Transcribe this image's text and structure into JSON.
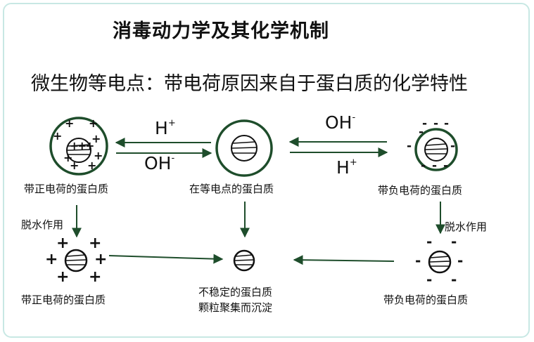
{
  "title": "消毒动力学及其化学机制",
  "subtitle": "微生物等电点：带电荷原因来自于蛋白质的化学特性",
  "ions": {
    "h_left": {
      "base": "H",
      "sup": "+"
    },
    "oh_left": {
      "base": "OH",
      "sup": "-"
    },
    "oh_right": {
      "base": "OH",
      "sup": "-"
    },
    "h_right": {
      "base": "H",
      "sup": "+"
    }
  },
  "labels": {
    "positive_top": "带正电荷的蛋白质",
    "isoelectric_top": "在等电点的蛋白质",
    "negative_top": "带负电荷的蛋白质",
    "dehydrate_left": "脱水作用",
    "dehydrate_right": "脱水作用",
    "positive_bottom": "带正电荷的蛋白质",
    "unstable_line1": "不稳定的蛋白质",
    "unstable_line2": "颗粒聚集而沉淀",
    "negative_bottom": "带负电荷的蛋白质"
  },
  "colors": {
    "cell_border": "#1e4d2b",
    "arrow": "#1e4d2b",
    "frame": "#c8e8e4"
  },
  "charges": {
    "positive": "+",
    "negative": "-"
  }
}
